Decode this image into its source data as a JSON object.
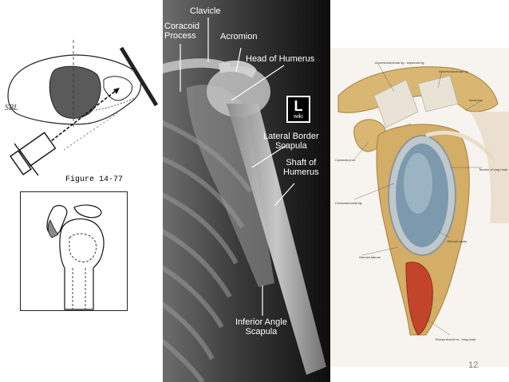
{
  "left_diagram": {
    "figure_caption": "Figure 14-77",
    "corner_marker": "SBL"
  },
  "xray": {
    "labels": {
      "clavicle": "Clavicle",
      "coracoid_process": "Coracoid\nProcess",
      "acromion": "Acromion",
      "head_of_humerus": "Head of Humerus",
      "lateral_border_scapula": "Lateral Border\nScapula",
      "shaft_of_humerus": "Shaft of\nHumerus",
      "inferior_angle_scapula": "Inferior Angle\nScapula"
    },
    "badge": {
      "letter": "L",
      "text": "wiki"
    }
  },
  "anatomy_illustration": {
    "labels": {
      "ligaments_top": "Acromioclavicular lig., trapezoid lig.",
      "acromioclavicular_lig": "Acromioclavicular lig.",
      "acromion": "Acromion",
      "coracoid_proc": "Coracoid proc.",
      "coracoacromial_lig": "Coracoacromial lig.",
      "tendon_long_head": "Tendon of long head",
      "glenoid_cavity": "Glenoid cavity",
      "glenoid_labrum": "Glenoid labrum",
      "triceps_long_head": "Triceps brachii m., long head"
    }
  },
  "slide": {
    "page_number": "12"
  },
  "colors": {
    "xray_background": "#0d0d0d",
    "bone_tan": "#d9b772",
    "glenoid_blue": "#7c99ad",
    "muscle_red": "#c2452b"
  }
}
